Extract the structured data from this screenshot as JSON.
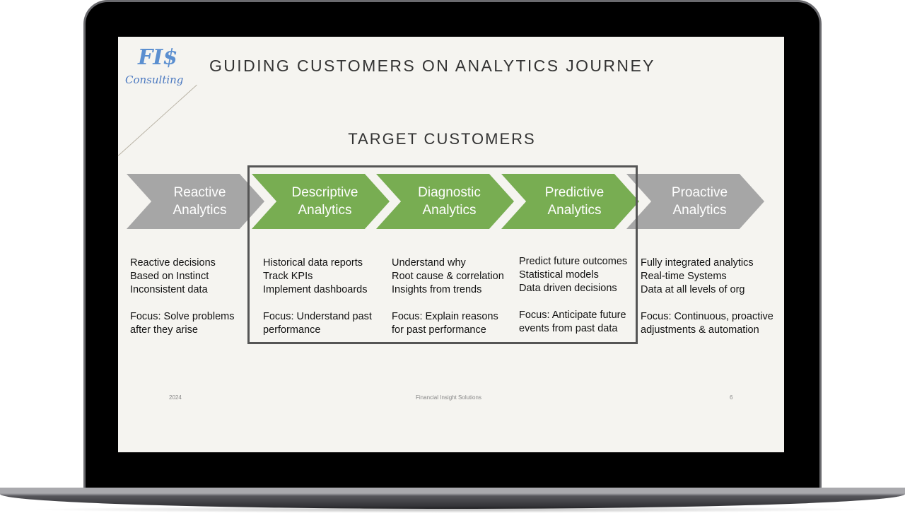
{
  "logo": {
    "main": "FI$",
    "sub": "Consulting"
  },
  "title": "GUIDING CUSTOMERS ON ANALYTICS JOURNEY",
  "subtitle": "TARGET CUSTOMERS",
  "colors": {
    "gray": "#a6a6a6",
    "green": "#78ad52"
  },
  "stages": [
    {
      "l1": "Reactive",
      "l2": "Analytics",
      "items": [
        "Reactive decisions",
        "Based on Instinct",
        "Inconsistent data"
      ],
      "focus": [
        "Focus: Solve problems",
        "after they arise"
      ]
    },
    {
      "l1": "Descriptive",
      "l2": "Analytics",
      "items": [
        "Historical data reports",
        "Track KPIs",
        "Implement dashboards"
      ],
      "focus": [
        "Focus: Understand past",
        "performance"
      ]
    },
    {
      "l1": "Diagnostic",
      "l2": "Analytics",
      "items": [
        "Understand why",
        "Root cause & correlation",
        "Insights from trends"
      ],
      "focus": [
        "Focus: Explain reasons",
        "for past performance"
      ]
    },
    {
      "l1": "Predictive",
      "l2": "Analytics",
      "items": [
        "Predict future outcomes",
        "Statistical models",
        "Data driven decisions"
      ],
      "focus": [
        "Focus: Anticipate future",
        "events from past data"
      ]
    },
    {
      "l1": "Proactive",
      "l2": "Analytics",
      "items": [
        "Fully integrated analytics",
        "Real-time Systems",
        "Data at all levels of org"
      ],
      "focus": [
        "Focus: Continuous, proactive",
        "adjustments & automation"
      ]
    }
  ],
  "footer": {
    "year": "2024",
    "company": "Financial Insight Solutions",
    "page": "6"
  }
}
